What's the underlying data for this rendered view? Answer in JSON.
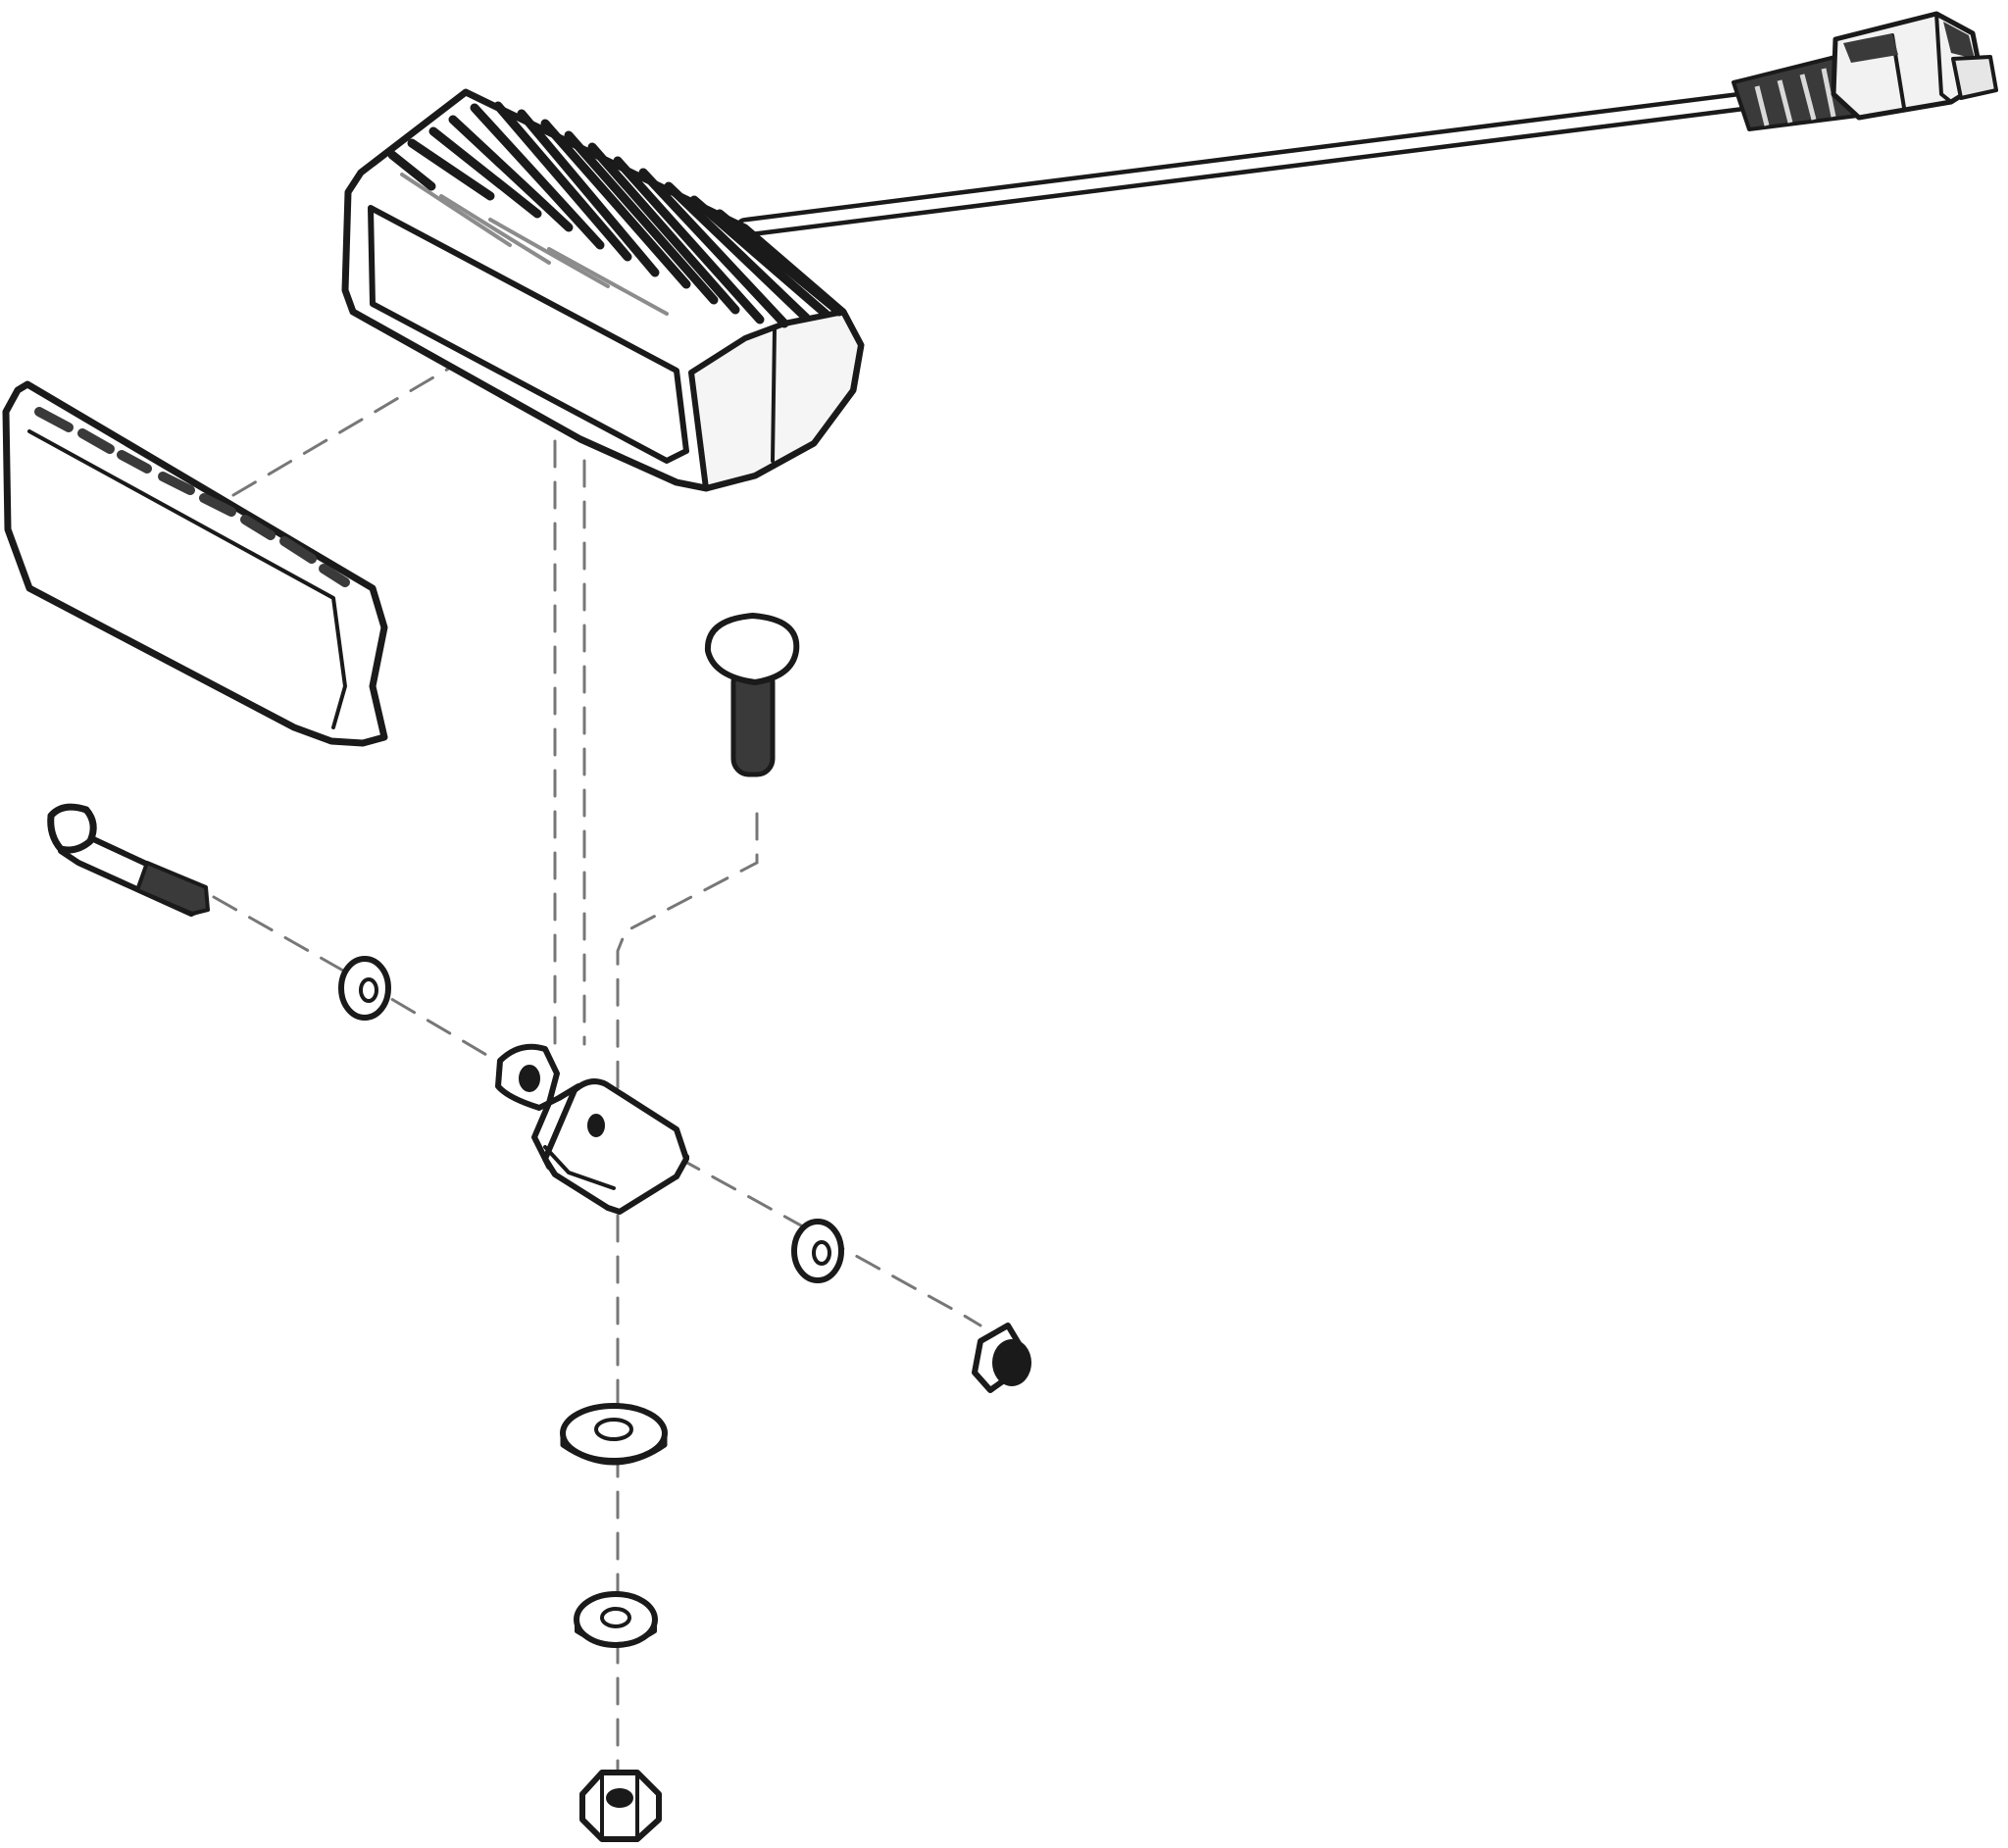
{
  "diagram": {
    "kind": "exploded-assembly-view",
    "text_labels": [],
    "colors": {
      "ink": "#1a1a1a",
      "shade_dark": "#3a3a3a",
      "shade_mid": "#8c8c8c",
      "shade_light": "#d9d9d9",
      "leader": "#777777",
      "background": "#ffffff"
    },
    "parts": [
      {
        "id": "led-light-housing",
        "icon": "finned-light-housing"
      },
      {
        "id": "power-cable",
        "icon": "cable-with-connector"
      },
      {
        "id": "lens-cover",
        "icon": "rectangular-lens"
      },
      {
        "id": "carriage-bolt",
        "icon": "mushroom-head-bolt"
      },
      {
        "id": "long-bolt",
        "icon": "hex-bolt"
      },
      {
        "id": "washer-left",
        "icon": "washer"
      },
      {
        "id": "mounting-bracket",
        "icon": "u-bracket"
      },
      {
        "id": "washer-right",
        "icon": "washer"
      },
      {
        "id": "cap-nut",
        "icon": "acorn-nut"
      },
      {
        "id": "flat-washer",
        "icon": "flat-washer"
      },
      {
        "id": "lock-washer",
        "icon": "lock-washer"
      },
      {
        "id": "hex-nut",
        "icon": "hex-nut"
      }
    ]
  }
}
